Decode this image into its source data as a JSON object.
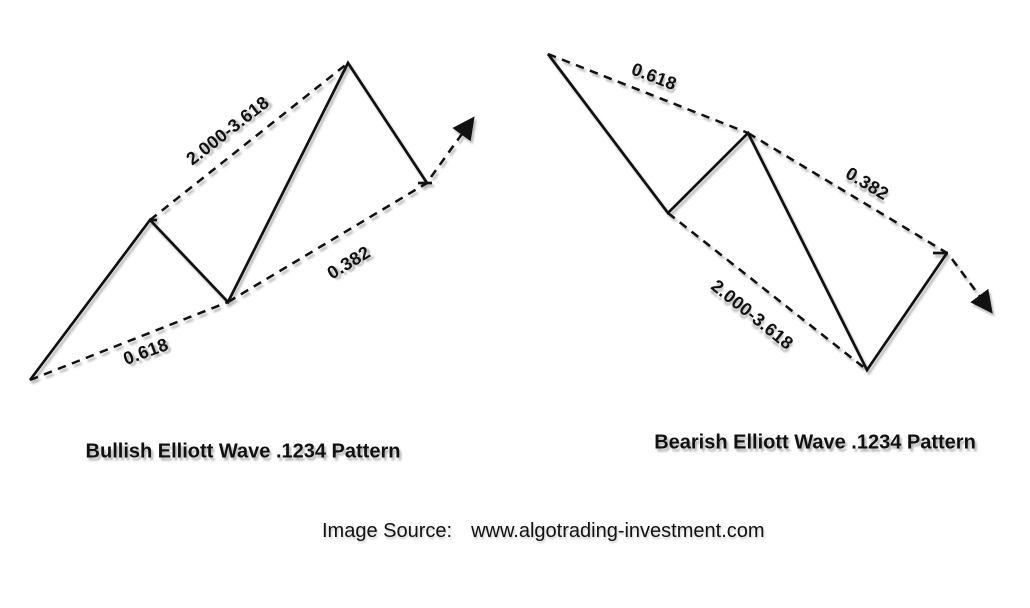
{
  "colors": {
    "background": "#ffffff",
    "line": "#111111"
  },
  "bullish": {
    "title": "Bullish Elliott Wave .1234 Pattern",
    "labels": {
      "projection": "2.000-3.618",
      "retrace_382": "0.382",
      "retrace_618": "0.618"
    }
  },
  "bearish": {
    "title": "Bearish Elliott Wave .1234 Pattern",
    "labels": {
      "projection": "2.000-3.618",
      "retrace_382": "0.382",
      "retrace_618": "0.618"
    }
  },
  "footer": {
    "source_label": "Image Source:",
    "source_site": "www.algotrading-investment.com"
  }
}
